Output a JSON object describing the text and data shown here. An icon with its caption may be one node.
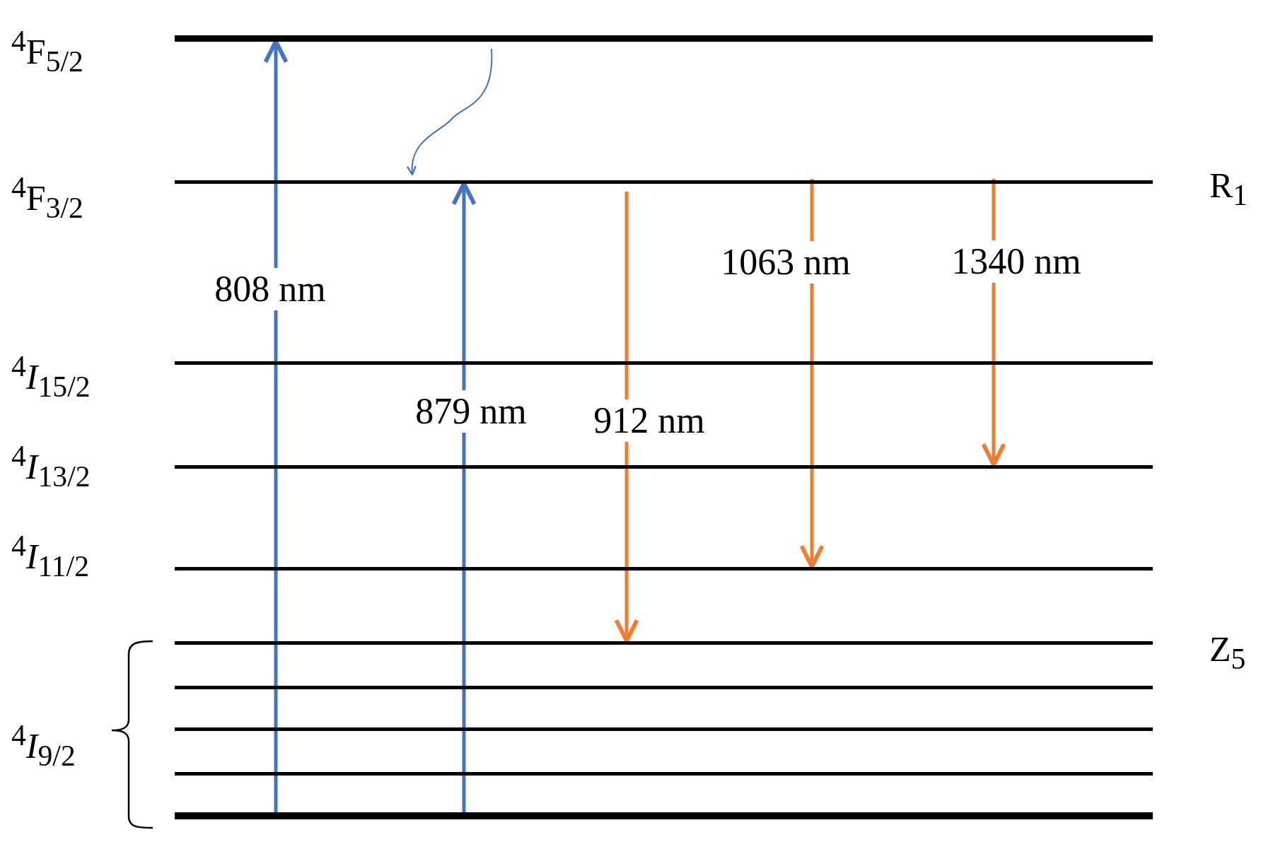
{
  "diagram": {
    "nodes": [
      {
        "text": [
          "$^{4}$F$_{5/2}$"
        ]
      },
      {
        "text": [
          "$^{4}$F$_{3/2}$",
          "R$_{1}$"
        ]
      },
      {
        "text": [
          "$^{4}$*I*$_{15/2}$"
        ]
      },
      {
        "text": [
          "$^{4}$*I*$_{13/2}$"
        ]
      },
      {
        "text": [
          "$^{4}$*I*$_{11/2}$"
        ]
      },
      {
        "text": [
          "Z$_{5}$"
        ]
      },
      {
        "text": [],
        "shape": "bar"
      },
      {
        "text": [],
        "shape": "bar"
      },
      {
        "text": [],
        "shape": "bar"
      },
      {
        "text": [],
        "shape": "bar"
      }
    ],
    "edges": [
      {
        "from": 9,
        "to": 0,
        "arrow": "to",
        "label": "808 nm",
        "color": "#4472c4"
      },
      {
        "from": 0,
        "to": 1,
        "arrow": "to",
        "color": "#4472c4"
      },
      {
        "from": 9,
        "to": 1,
        "arrow": "to",
        "label": "879 nm",
        "color": "#4472c4"
      },
      {
        "from": 1,
        "to": 5,
        "arrow": "to",
        "label": "912 nm",
        "color": "#ed7d31"
      },
      {
        "from": 1,
        "to": 4,
        "arrow": "to",
        "label": "1063 nm",
        "color": "#ed7d31"
      },
      {
        "from": 1,
        "to": 3,
        "arrow": "to",
        "label": "1340 nm",
        "color": "#ed7d31"
      }
    ],
    "labels": [
      "$^{4}$*I*$_{9/2}$"
    ]
  }
}
